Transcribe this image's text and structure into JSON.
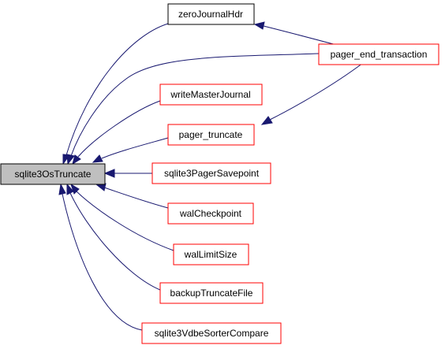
{
  "colors": {
    "edge": "#191970",
    "root_fill": "#bfbfbf",
    "root_border": "#000000",
    "caller_border": "#ff0000",
    "indirect_border": "#000000",
    "node_fill": "#ffffff"
  },
  "nodes": {
    "root": {
      "label": "sqlite3OsTruncate"
    },
    "zeroJournalHdr": {
      "label": "zeroJournalHdr"
    },
    "pager_end_transaction": {
      "label": "pager_end_transaction"
    },
    "writeMasterJournal": {
      "label": "writeMasterJournal"
    },
    "pager_truncate": {
      "label": "pager_truncate"
    },
    "sqlite3PagerSavepoint": {
      "label": "sqlite3PagerSavepoint"
    },
    "walCheckpoint": {
      "label": "walCheckpoint"
    },
    "walLimitSize": {
      "label": "walLimitSize"
    },
    "backupTruncateFile": {
      "label": "backupTruncateFile"
    },
    "sqlite3VdbeSorterCompare": {
      "label": "sqlite3VdbeSorterCompare"
    }
  }
}
